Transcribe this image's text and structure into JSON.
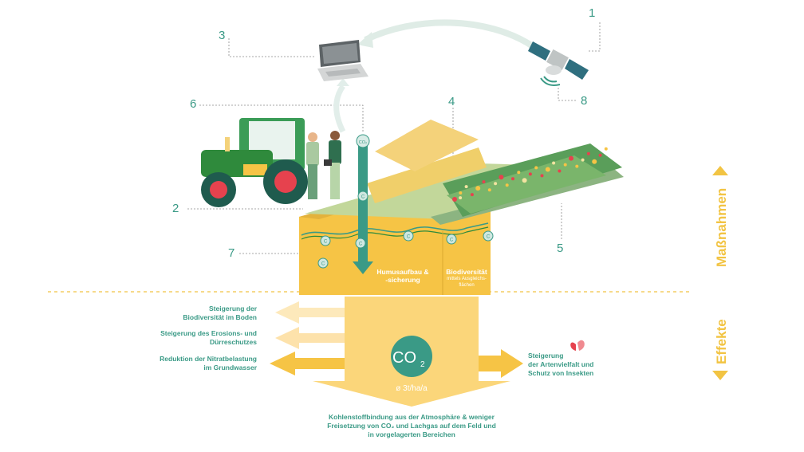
{
  "markers": [
    "1",
    "2",
    "3",
    "4",
    "5",
    "6",
    "7",
    "8"
  ],
  "side_labels": {
    "top": "Maßnahmen",
    "bottom": "Effekte"
  },
  "soil_labels": {
    "humus_line1": "Humusaufbau &",
    "humus_line2": "-sicherung",
    "bio_line1": "Biodiversität",
    "bio_line2": "mittels Ausgleichs-",
    "bio_line3": "flächen"
  },
  "co2": {
    "symbol": "CO",
    "subscript": "2",
    "rate": "ø 3t/ha/a",
    "mini_icon": "CO₂",
    "carbon_symbol": "C"
  },
  "effects": {
    "left_1_line1": "Steigerung der",
    "left_1_line2": "Biodiversität im Boden",
    "left_2_line1": "Steigerung des Erosions- und",
    "left_2_line2": "Dürreschutzes",
    "left_3_line1": "Reduktion der Nitratbelastung",
    "left_3_line2": "im Grundwasser",
    "right_line1": "Steigerung",
    "right_line2": "der Artenvielfalt und",
    "right_line3": "Schutz von Insekten",
    "bottom_line1": "Kohlenstoffbindung aus der Atmosphäre & weniger",
    "bottom_line2": "Freisetzung von CO₂ und Lachgas auf dem Feld und",
    "bottom_line3": "in vorgelagerten Bereichen"
  },
  "colors": {
    "yellow": "#f6c445",
    "light_yellow": "#fbdc8a",
    "teal": "#3a9a86",
    "green": "#2f8a3c",
    "pale_green": "#a9c9a0",
    "red": "#e6424e"
  }
}
